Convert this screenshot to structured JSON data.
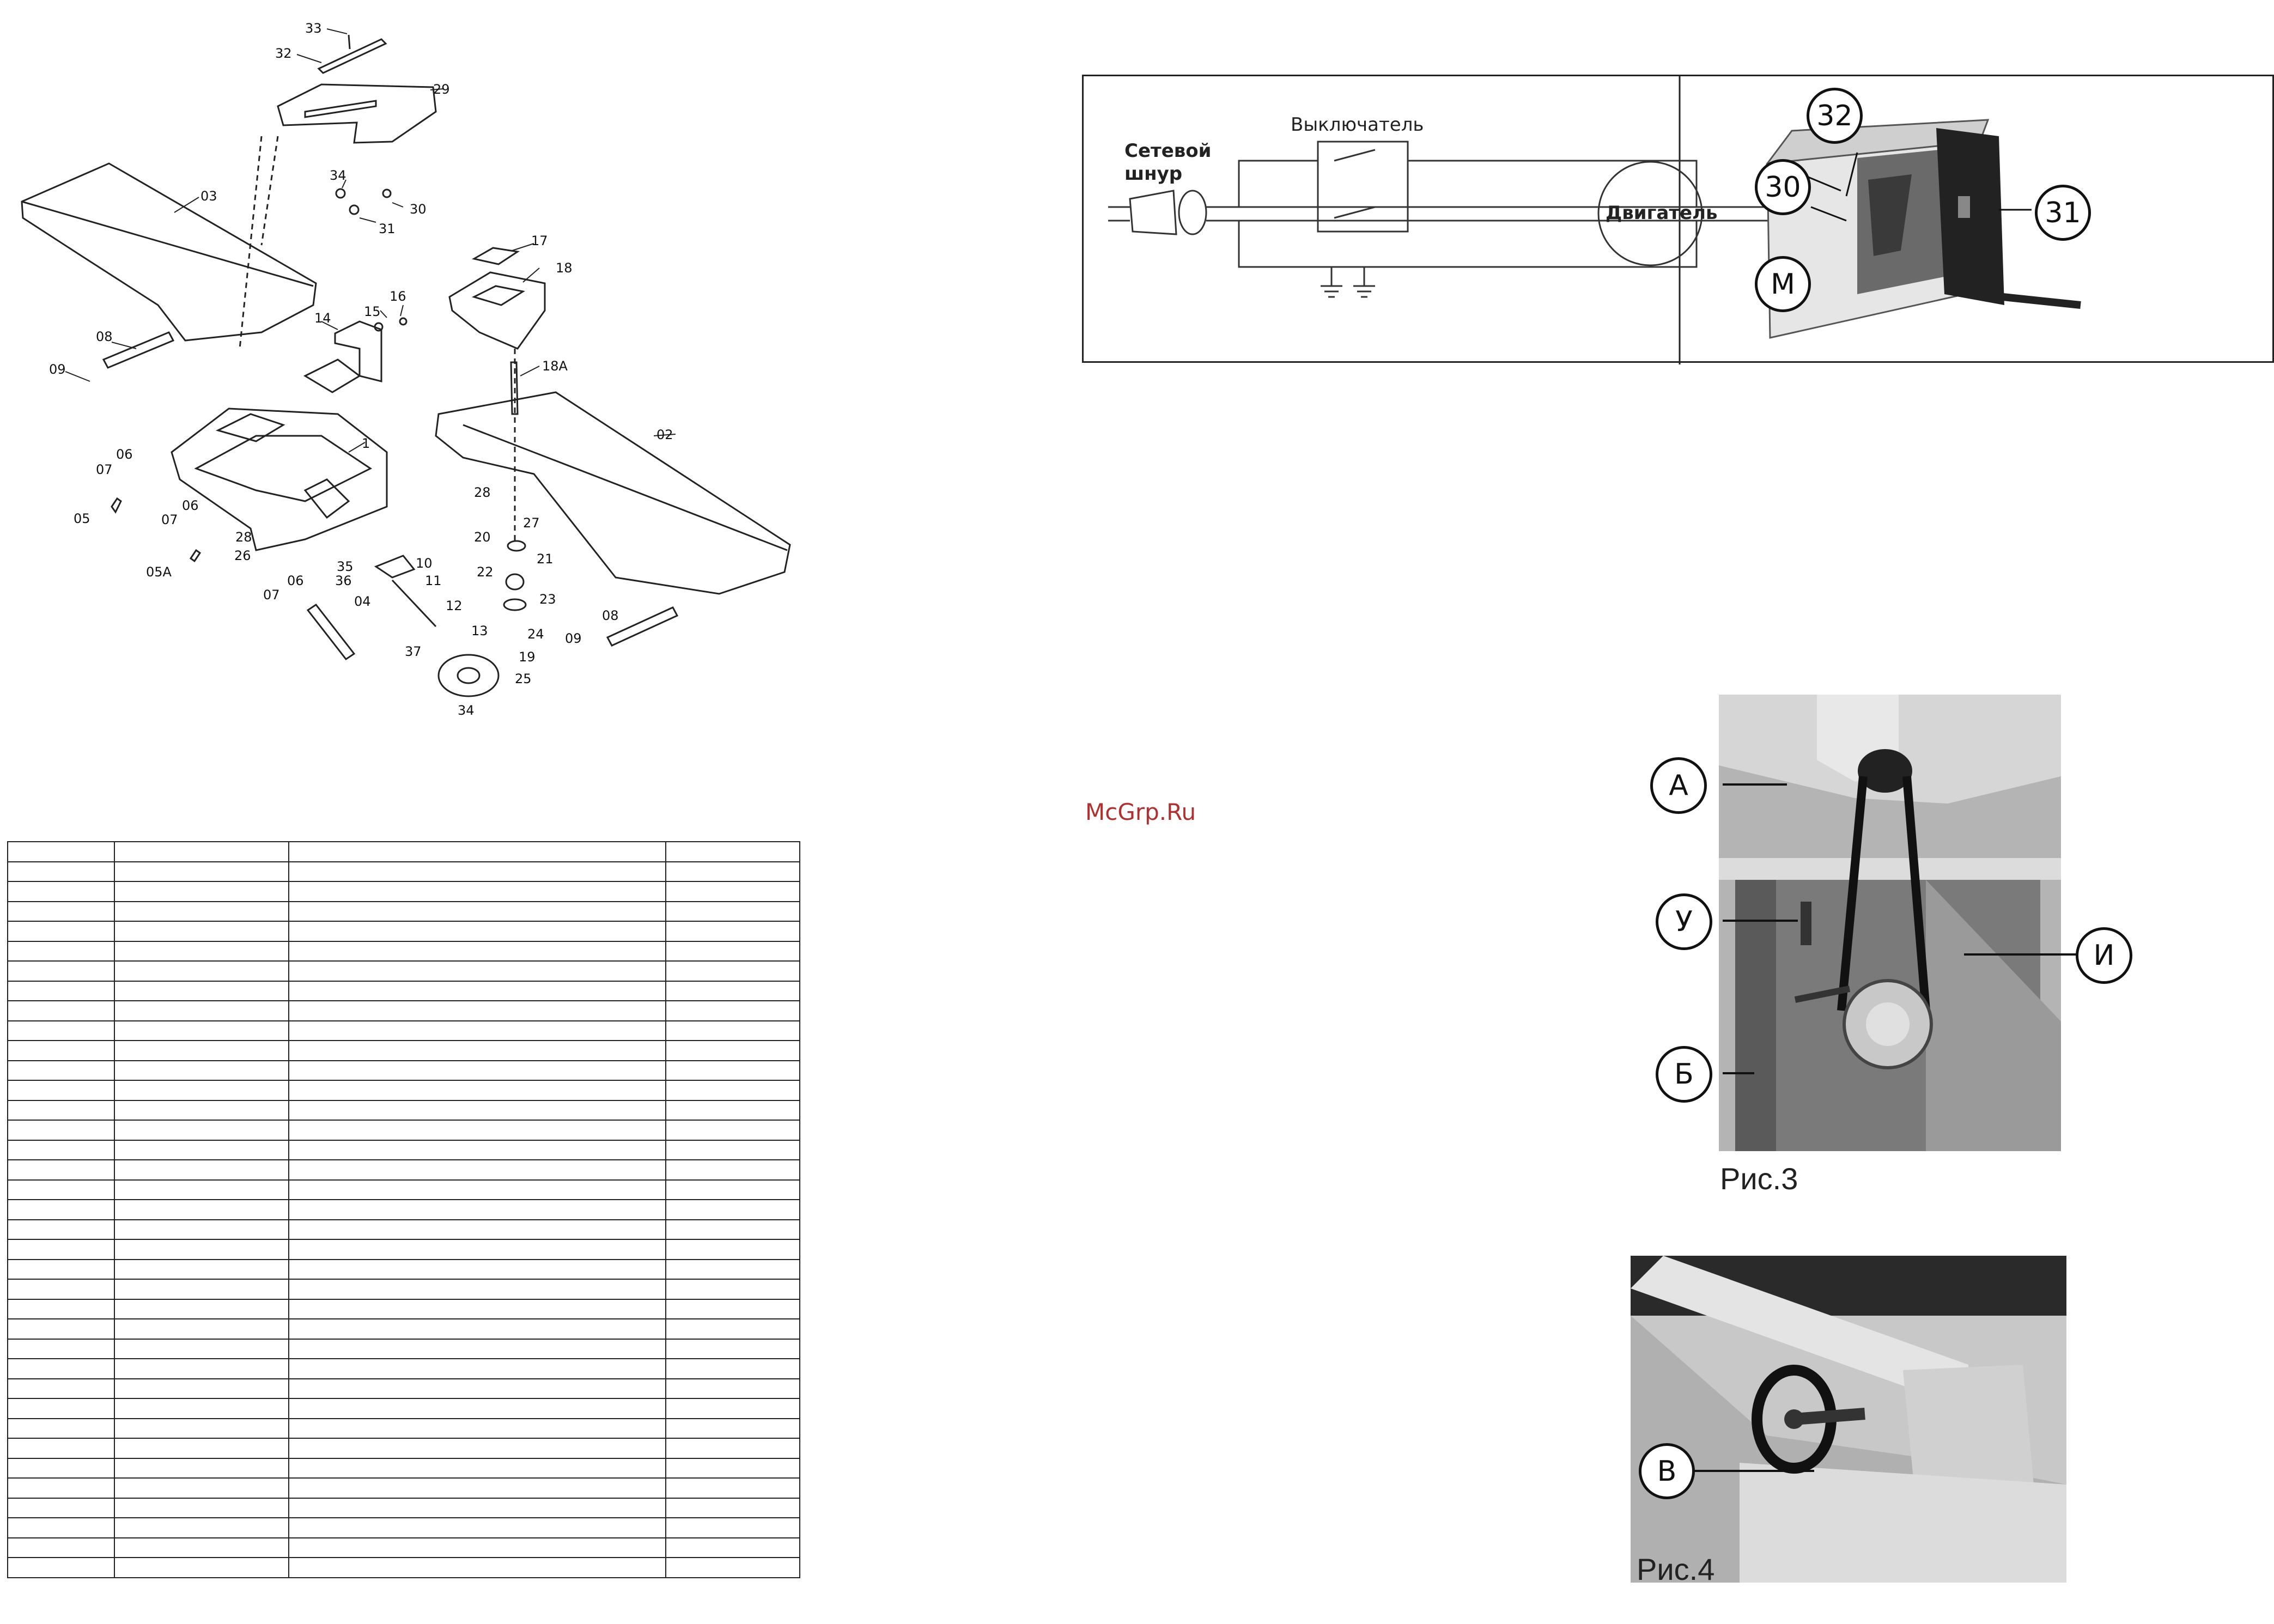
{
  "exploded_view": {
    "part_labels": [
      "33",
      "32",
      "29",
      "03",
      "34",
      "30",
      "31",
      "17",
      "18",
      "14",
      "15",
      "16",
      "08",
      "09",
      "18A",
      "02",
      "1",
      "06",
      "07",
      "05",
      "28",
      "27",
      "20",
      "21",
      "22",
      "23",
      "24",
      "26",
      "05A",
      "35",
      "36",
      "10",
      "11",
      "12",
      "04",
      "37",
      "13",
      "19",
      "25",
      "34",
      "08",
      "09",
      "06",
      "07",
      "06",
      "07",
      "28"
    ]
  },
  "parts_table": {
    "row_count": 37,
    "column_count": 4
  },
  "wiring": {
    "cord_label_line1": "Сетевой",
    "cord_label_line2": "шнур",
    "switch_label": "Выключатель",
    "motor_label": "Двигатель",
    "callouts": [
      "32",
      "30",
      "31",
      "M"
    ]
  },
  "watermark": "McGrp.Ru",
  "figure3": {
    "caption": "Рис.3",
    "callouts": [
      "A",
      "У",
      "И",
      "Б"
    ]
  },
  "figure4": {
    "caption": "Рис.4",
    "callouts": [
      "В"
    ]
  }
}
